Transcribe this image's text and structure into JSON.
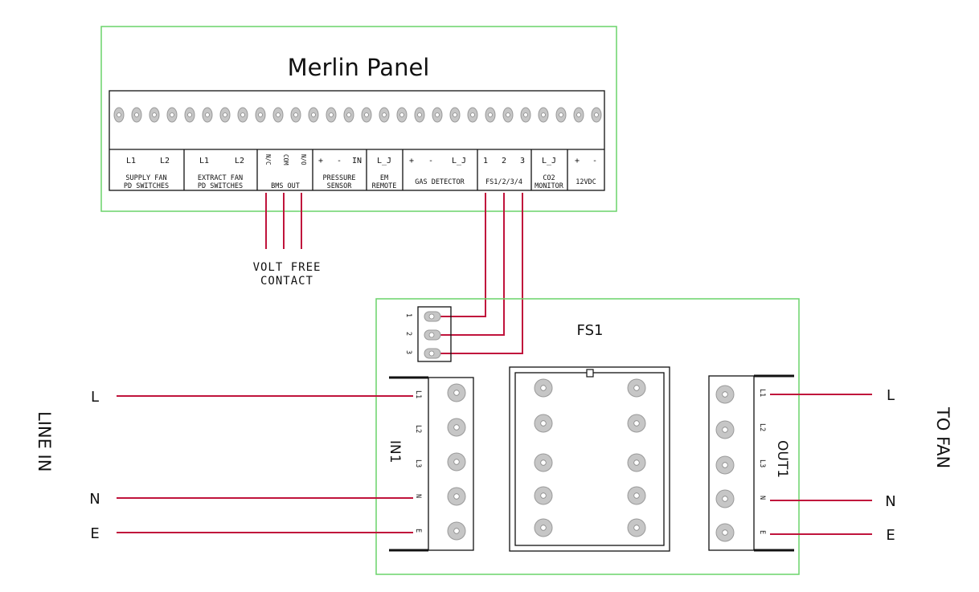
{
  "panel": {
    "title": "Merlin Panel",
    "groups": [
      {
        "top": [
          "L1",
          "L2"
        ],
        "bottom": [
          "SUPPLY FAN",
          "PD SWITCHES"
        ]
      },
      {
        "top": [
          "L1",
          "L2"
        ],
        "bottom": [
          "EXTRACT FAN",
          "PD SWITCHES"
        ]
      },
      {
        "top": [
          "N/C",
          "COM",
          "N/O"
        ],
        "bottom": [
          "BMS  OUT"
        ]
      },
      {
        "top": [
          "+",
          "-",
          "IN"
        ],
        "bottom": [
          "PRESSURE",
          "SENSOR"
        ]
      },
      {
        "top": [
          "L_J"
        ],
        "bottom": [
          "EM",
          "REMOTE"
        ]
      },
      {
        "top": [
          "+",
          "-",
          "L_J"
        ],
        "bottom": [
          "GAS DETECTOR"
        ]
      },
      {
        "top": [
          "1",
          "2",
          "3"
        ],
        "bottom": [
          "FS1/2/3/4"
        ]
      },
      {
        "top": [
          "L_J"
        ],
        "bottom": [
          "CO2",
          "MONITOR"
        ]
      },
      {
        "top": [
          "+",
          "-"
        ],
        "bottom": [
          "12VDC"
        ]
      }
    ]
  },
  "volt_free": {
    "line1": "VOLT FREE",
    "line2": "CONTACT"
  },
  "fs1": {
    "title": "FS1",
    "connector_pins": [
      "1",
      "2",
      "3"
    ],
    "in_block_label": "IN1",
    "out_block_label": "OUT1",
    "in_terminals": [
      "L1",
      "L2",
      "L3",
      "N",
      "E"
    ],
    "out_terminals": [
      "L1",
      "L2",
      "L3",
      "N",
      "E"
    ]
  },
  "line_in": {
    "label": "LINE IN",
    "wires": [
      "L",
      "N",
      "E"
    ]
  },
  "to_fan": {
    "label": "TO FAN",
    "wires": [
      "L",
      "N",
      "E"
    ]
  },
  "colors": {
    "wire": "#c0143c",
    "border": "#6ad46a",
    "screw": "#c6c6c6"
  }
}
